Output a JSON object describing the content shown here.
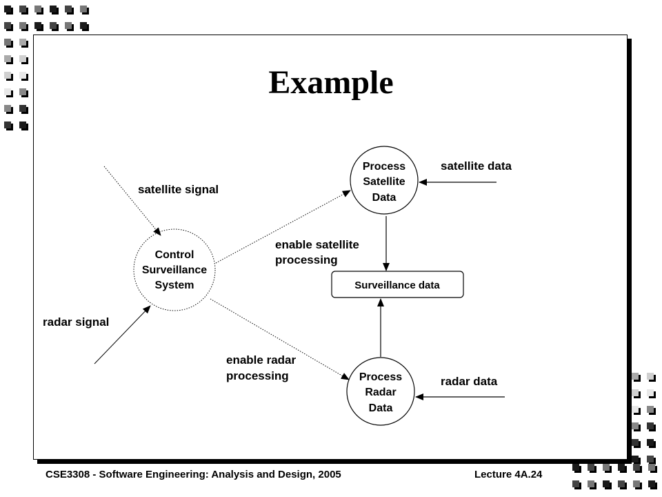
{
  "slide": {
    "title": "Example",
    "footer_left": "CSE3308 - Software Engineering: Analysis and Design, 2005",
    "footer_right": "Lecture 4A.24"
  },
  "diagram": {
    "processes": {
      "control": [
        "Control",
        "Surveillance",
        "System"
      ],
      "satellite": [
        "Process",
        "Satellite",
        "Data"
      ],
      "radar": [
        "Process",
        "Radar",
        "Data"
      ]
    },
    "data_store": "Surveillance data",
    "flows": {
      "satellite_signal": "satellite signal",
      "radar_signal": "radar signal",
      "enable_satellite": [
        "enable satellite",
        "processing"
      ],
      "enable_radar": [
        "enable radar",
        "processing"
      ],
      "satellite_data": "satellite data",
      "radar_data": "radar data"
    }
  }
}
